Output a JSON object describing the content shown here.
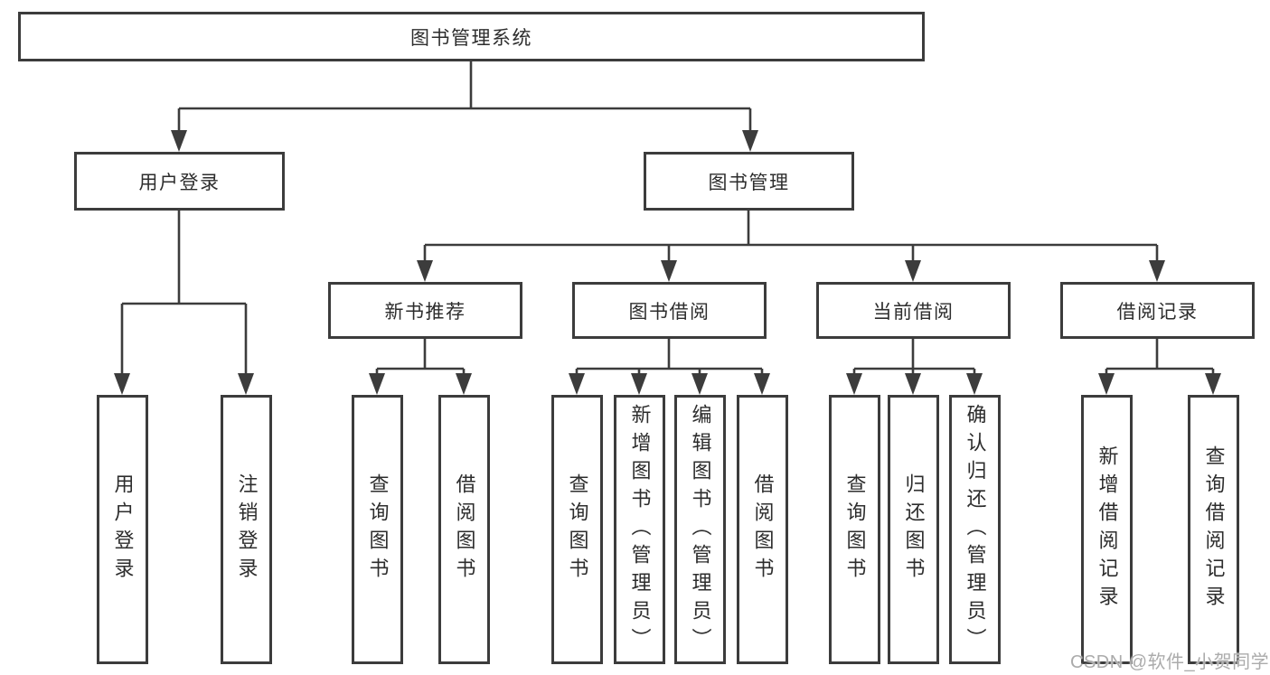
{
  "diagram": {
    "root": {
      "label": "图书管理系统"
    },
    "level2": [
      {
        "id": "user-login",
        "label": "用户登录",
        "parent": "图书管理系统"
      },
      {
        "id": "book-management",
        "label": "图书管理",
        "parent": "图书管理系统"
      }
    ],
    "level3": [
      {
        "id": "new-book-recommendation",
        "label": "新书推荐",
        "parent": "图书管理"
      },
      {
        "id": "book-borrowing",
        "label": "图书借阅",
        "parent": "图书管理"
      },
      {
        "id": "current-borrowing",
        "label": "当前借阅",
        "parent": "图书管理"
      },
      {
        "id": "borrowing-records",
        "label": "借阅记录",
        "parent": "图书管理"
      }
    ],
    "leaves": [
      {
        "label": "用户登录",
        "parent": "用户登录"
      },
      {
        "label": "注销登录",
        "parent": "用户登录"
      },
      {
        "label": "查询图书",
        "parent": "新书推荐"
      },
      {
        "label": "借阅图书",
        "parent": "新书推荐"
      },
      {
        "label": "查询图书",
        "parent": "图书借阅"
      },
      {
        "label": "新增图书（管理员）",
        "parent": "图书借阅"
      },
      {
        "label": "编辑图书（管理员）",
        "parent": "图书借阅"
      },
      {
        "label": "借阅图书",
        "parent": "图书借阅"
      },
      {
        "label": "查询图书",
        "parent": "当前借阅"
      },
      {
        "label": "归还图书",
        "parent": "当前借阅"
      },
      {
        "label": "确认归还（管理员）",
        "parent": "当前借阅"
      },
      {
        "label": "新增借阅记录",
        "parent": "借阅记录"
      },
      {
        "label": "查询借阅记录",
        "parent": "借阅记录"
      }
    ]
  },
  "watermark": {
    "text": "CSDN @软件_小贺同学"
  },
  "colors": {
    "line": "#3c3c3c",
    "box_border": "#3c3c3c",
    "text": "#2d2d2d",
    "background": "#ffffff",
    "watermark": "#ababab"
  }
}
